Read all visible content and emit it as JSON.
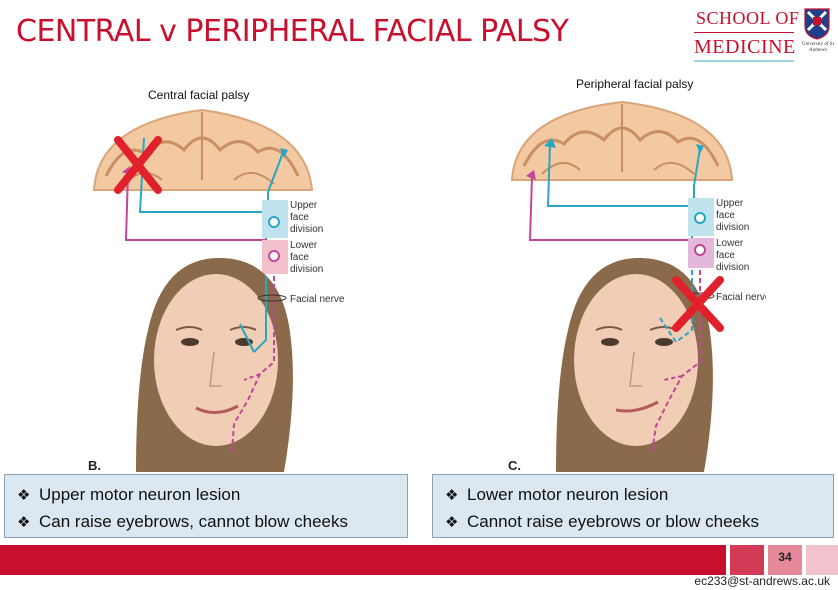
{
  "header": {
    "title": "CENTRAL v PERIPHERAL FACIAL PALSY",
    "logo_line1": "SCHOOL OF",
    "logo_line2": "MEDICINE",
    "crest_text": "University of St Andrews"
  },
  "panels": [
    {
      "caption": "Central facial palsy",
      "letter": "B.",
      "labels": {
        "upper": [
          "Upper",
          "face",
          "division"
        ],
        "lower": [
          "Lower",
          "face",
          "division"
        ],
        "nerve": "Facial nerve"
      },
      "bullets": [
        "Upper motor neuron lesion",
        "Can raise eyebrows, cannot blow cheeks"
      ]
    },
    {
      "caption": "Peripheral facial palsy",
      "letter": "C.",
      "labels": {
        "upper": [
          "Upper",
          "face",
          "division"
        ],
        "lower": [
          "Lower",
          "face",
          "division"
        ],
        "nerve": "Facial nerve"
      },
      "bullets": [
        "Lower motor neuron lesion",
        "Cannot raise eyebrows or blow cheeks"
      ]
    }
  ],
  "bullet_glyph": "❖",
  "footer": {
    "page_number": "34",
    "email": "ec233@st-andrews.ac.uk"
  },
  "colors": {
    "accent_red": "#c8102e",
    "pathway_blue": "#2aa6c4",
    "pathway_pink": "#c2479a",
    "lesion_red": "#e0202a",
    "box_fill": "#dbe8f2"
  },
  "icons": {
    "bullet": "diamond-bullet-icon",
    "lesion_marker": "red-x-icon"
  }
}
